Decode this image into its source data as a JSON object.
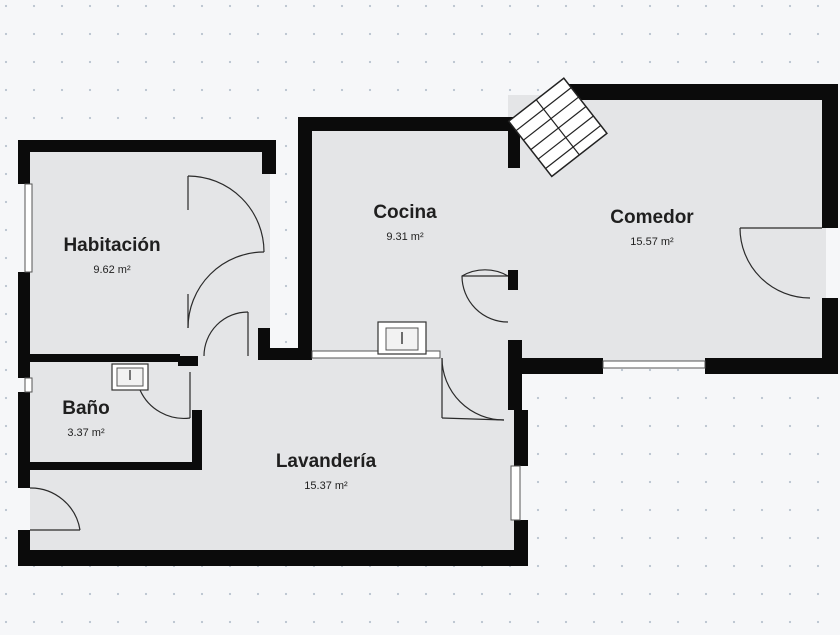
{
  "plan": {
    "colors": {
      "background": "#f6f7f9",
      "floor": "#e4e5e7",
      "wall": "#0b0b0b",
      "grid_dot": "#b9c3cf",
      "door_line": "#2a2a2a"
    },
    "rooms": [
      {
        "id": "habitacion",
        "name": "Habitación",
        "area": "9.62 m²"
      },
      {
        "id": "cocina",
        "name": "Cocina",
        "area": "9.31 m²"
      },
      {
        "id": "comedor",
        "name": "Comedor",
        "area": "15.57 m²"
      },
      {
        "id": "bano",
        "name": "Baño",
        "area": "3.37 m²"
      },
      {
        "id": "lavanderia",
        "name": "Lavandería",
        "area": "15.37 m²"
      }
    ]
  }
}
